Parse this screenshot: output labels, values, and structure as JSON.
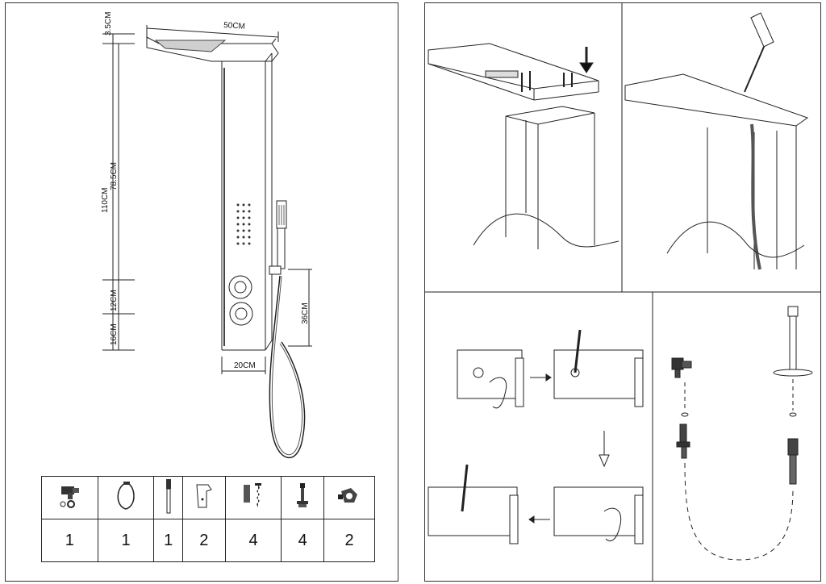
{
  "dimensions": {
    "width_top": "50CM",
    "top_thickness": "3.5CM",
    "total_height": "110CM",
    "upper_section": "78.5CM",
    "middle_gap": "12CM",
    "bottom_gap": "16CM",
    "hand_shower_zone": "36CM",
    "panel_width": "20CM"
  },
  "parts": [
    {
      "icon": "wall-outlet-elbow-icon",
      "qty": "1"
    },
    {
      "icon": "shower-hose-icon",
      "qty": "1"
    },
    {
      "icon": "hand-shower-icon",
      "qty": "1"
    },
    {
      "icon": "wall-bracket-icon",
      "qty": "2"
    },
    {
      "icon": "screw-and-anchor-icon",
      "qty": "4"
    },
    {
      "icon": "bolt-icon",
      "qty": "4"
    },
    {
      "icon": "hose-clamp-icon",
      "qty": "2"
    }
  ]
}
